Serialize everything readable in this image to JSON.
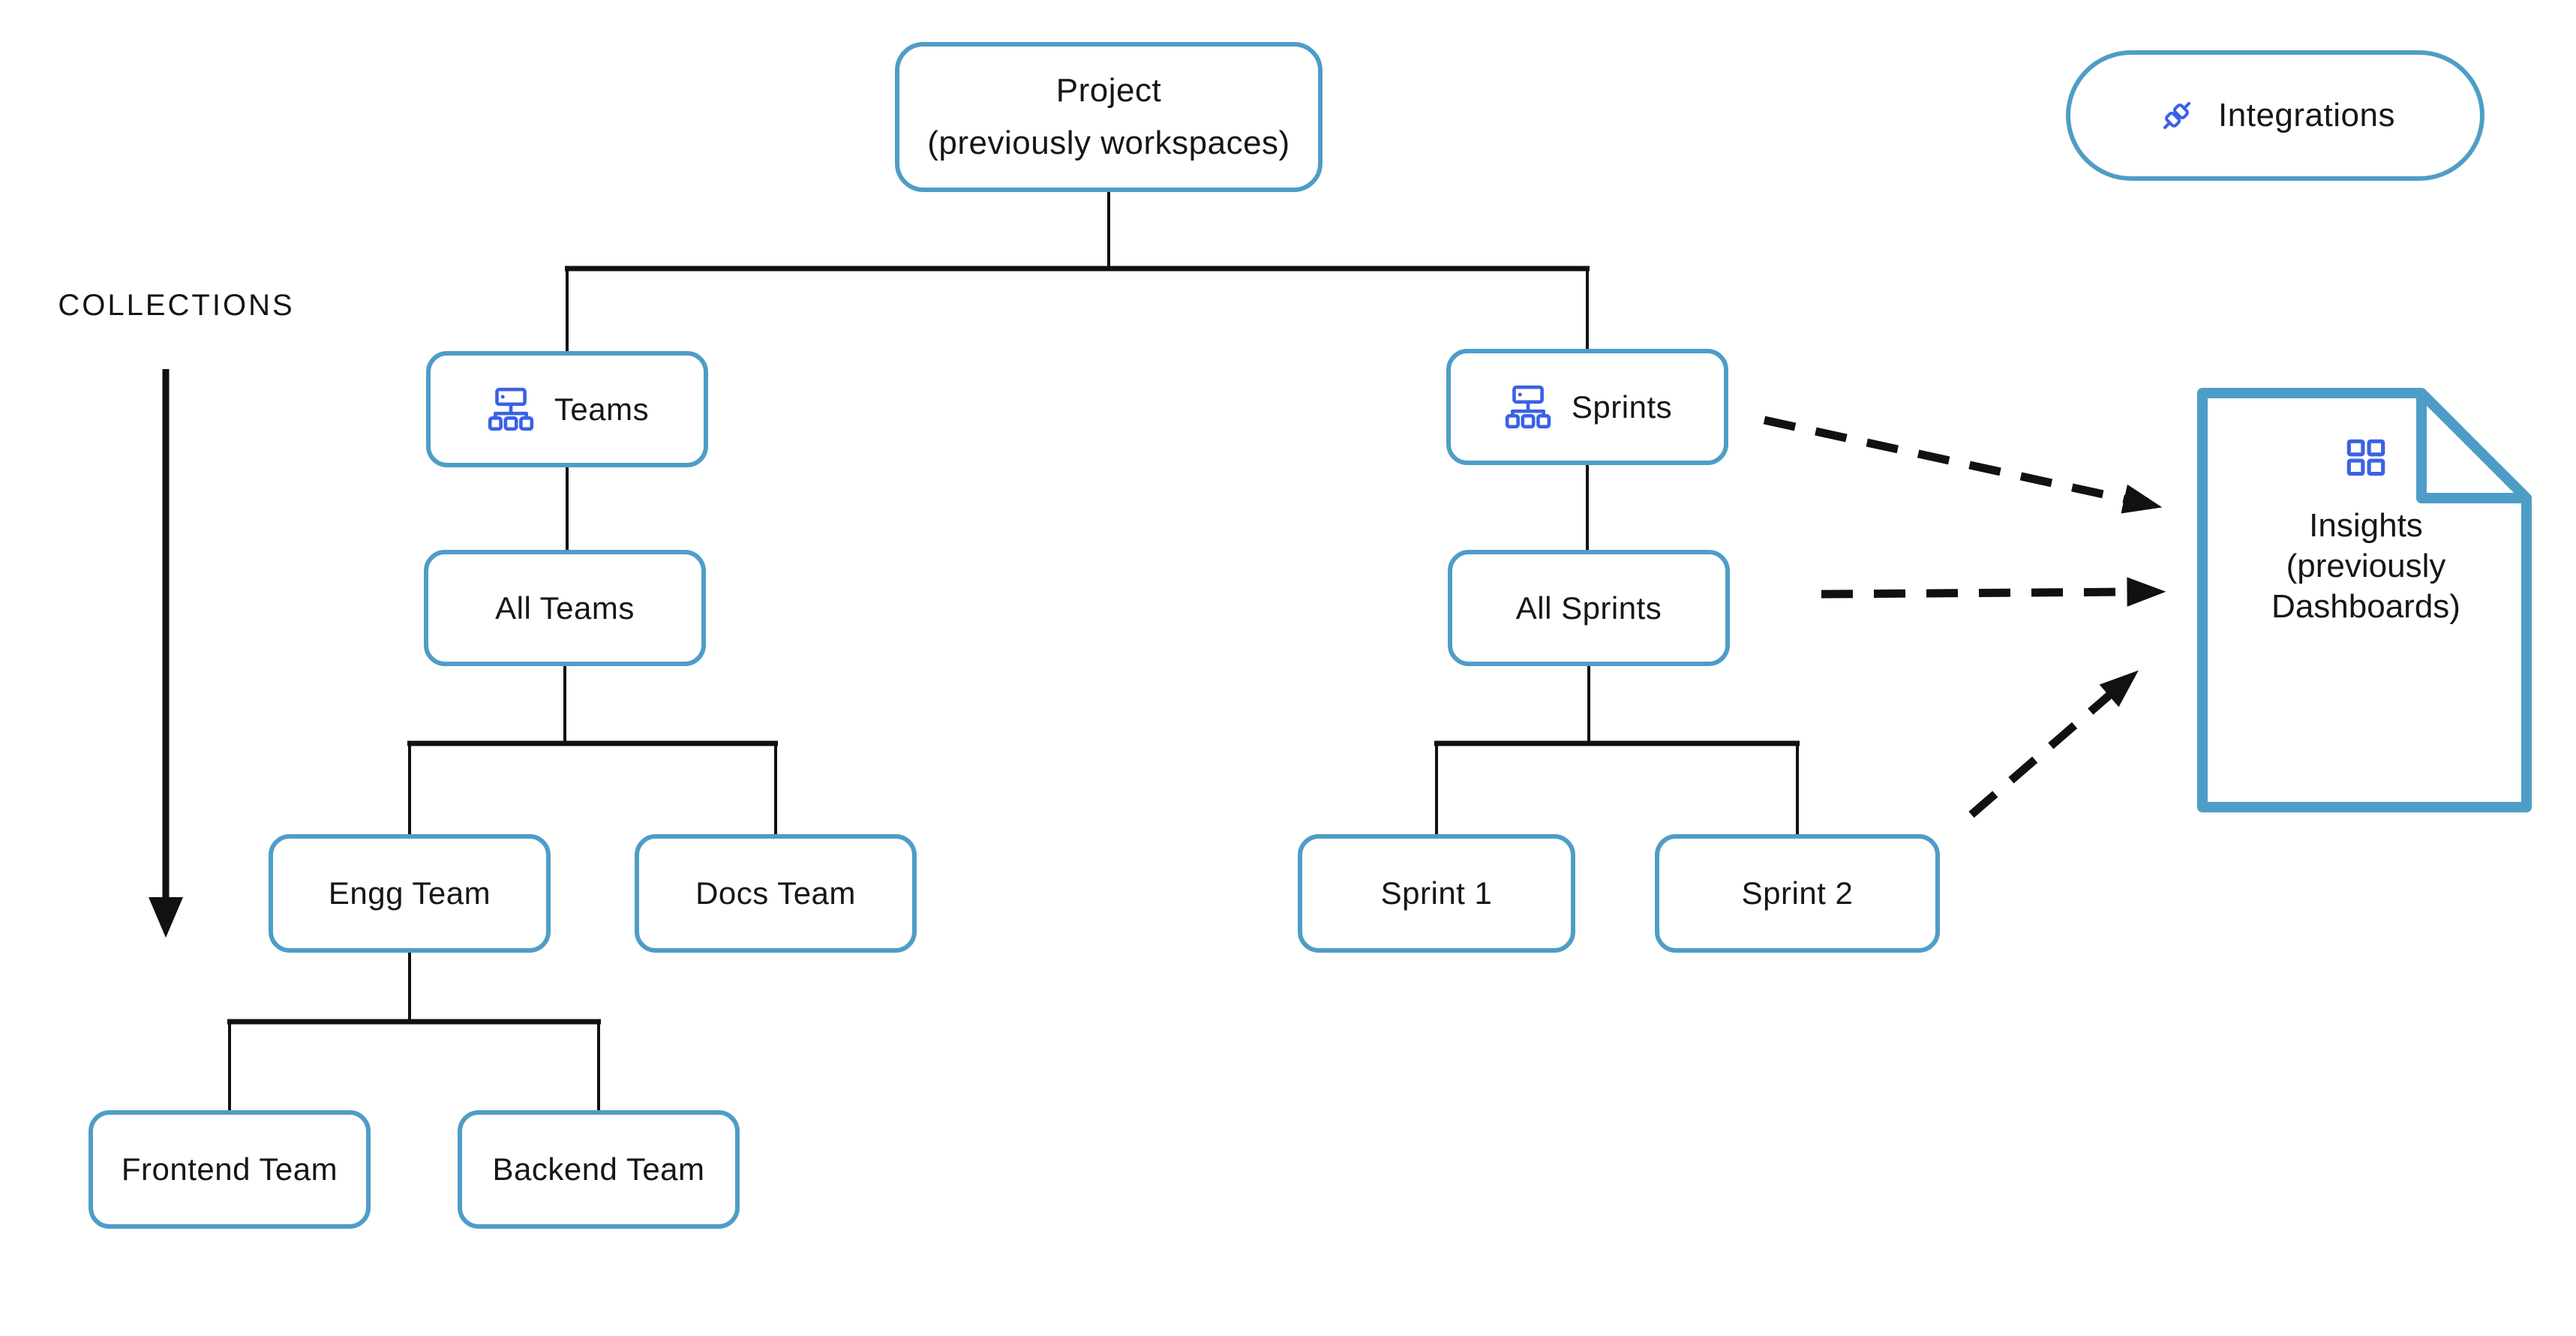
{
  "collections": {
    "label": "COLLECTIONS"
  },
  "nodes": {
    "project": {
      "title": "Project",
      "subtitle": "(previously workspaces)"
    },
    "teams": {
      "label": "Teams"
    },
    "sprints": {
      "label": "Sprints"
    },
    "all_teams": {
      "label": "All Teams"
    },
    "all_sprints": {
      "label": "All Sprints"
    },
    "engg_team": {
      "label": "Engg Team"
    },
    "docs_team": {
      "label": "Docs Team"
    },
    "sprint_1": {
      "label": "Sprint 1"
    },
    "sprint_2": {
      "label": "Sprint 2"
    },
    "frontend_team": {
      "label": "Frontend Team"
    },
    "backend_team": {
      "label": "Backend Team"
    }
  },
  "integrations": {
    "label": "Integrations"
  },
  "insights": {
    "line1": "Insights",
    "line2": "(previously",
    "line3": "Dashboards)"
  },
  "icons": {
    "teams": "org-hierarchy-icon",
    "sprints": "org-hierarchy-icon",
    "integrations": "plug-connection-icon",
    "insights": "dashboard-grid-icon"
  },
  "colors": {
    "box_border": "#4E9DC7",
    "icon_blue": "#3B62E3",
    "connector_black": "#111111",
    "text": "#161616",
    "background": "#ffffff"
  }
}
